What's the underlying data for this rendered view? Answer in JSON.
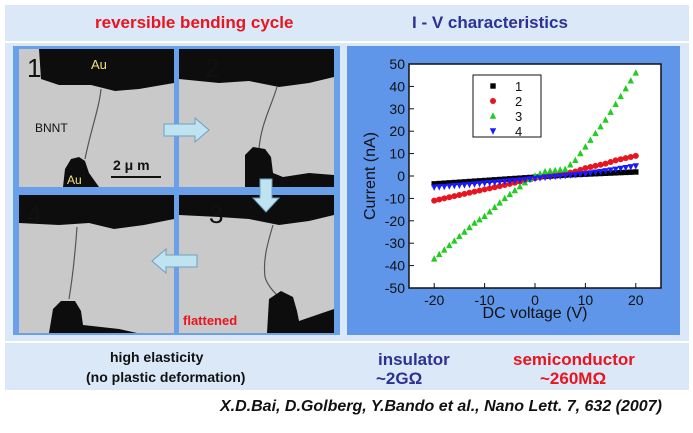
{
  "header": {
    "left_title": "reversible bending cycle",
    "right_title": "I - V characteristics"
  },
  "micrographs": {
    "panels": [
      "1",
      "2",
      "3",
      "4"
    ],
    "label_au_top": "Au",
    "label_au_bottom": "Au",
    "label_bnnt": "BNNT",
    "scale_bar": "2 μ m",
    "flattened_label": "flattened"
  },
  "captions": {
    "elasticity_line1": "high elasticity",
    "elasticity_line2": "(no plastic deformation)",
    "insulator_line1": "insulator",
    "insulator_line2": "~2GΩ",
    "semiconductor_line1": "semiconductor",
    "semiconductor_line2": "~260MΩ"
  },
  "reference": "X.D.Bai, D.Golberg, Y.Bando et al., Nano Lett. 7, 632 (2007)",
  "chart_data": {
    "type": "scatter",
    "title": "",
    "xlabel": "DC voltage (V)",
    "ylabel": "Current (nA)",
    "xlim": [
      -25,
      25
    ],
    "ylim": [
      -50,
      50
    ],
    "xticks": [
      -20,
      -10,
      0,
      10,
      20
    ],
    "yticks": [
      -50,
      -40,
      -30,
      -20,
      -10,
      0,
      10,
      20,
      30,
      40,
      50
    ],
    "legend_position": "top-left",
    "x": [
      -20,
      -18,
      -16,
      -14,
      -12,
      -10,
      -8,
      -6,
      -4,
      -2,
      0,
      2,
      4,
      6,
      8,
      10,
      12,
      14,
      16,
      18,
      20
    ],
    "series": [
      {
        "name": "1",
        "marker": "square",
        "color": "#000000",
        "values": [
          -3.5,
          -3.2,
          -2.9,
          -2.6,
          -2.3,
          -2.0,
          -1.7,
          -1.4,
          -1.1,
          -0.8,
          -0.5,
          -0.2,
          0.1,
          0.4,
          0.6,
          0.8,
          1.0,
          1.2,
          1.4,
          1.6,
          1.8
        ]
      },
      {
        "name": "2",
        "marker": "circle",
        "color": "#e8141e",
        "values": [
          -11,
          -10,
          -9,
          -8,
          -7,
          -6,
          -5,
          -4,
          -3,
          -2,
          -1,
          0,
          0.5,
          1,
          2,
          3.5,
          4.5,
          5.5,
          7,
          8,
          9
        ]
      },
      {
        "name": "3",
        "marker": "triangle-up",
        "color": "#22cc22",
        "values": [
          -37,
          -33,
          -29,
          -25,
          -21,
          -18,
          -14,
          -10,
          -6.5,
          -3,
          0,
          2,
          2.5,
          3,
          7,
          13,
          19,
          25,
          32,
          39,
          46
        ]
      },
      {
        "name": "4",
        "marker": "triangle-down",
        "color": "#1a1aff",
        "values": [
          -5,
          -4.7,
          -4.3,
          -4,
          -3.6,
          -3.2,
          -2.8,
          -2.4,
          -2,
          -1.6,
          -1.1,
          -0.6,
          -0.2,
          0.2,
          0.6,
          1,
          1.7,
          2.3,
          3,
          3.7,
          4.5
        ]
      }
    ]
  }
}
